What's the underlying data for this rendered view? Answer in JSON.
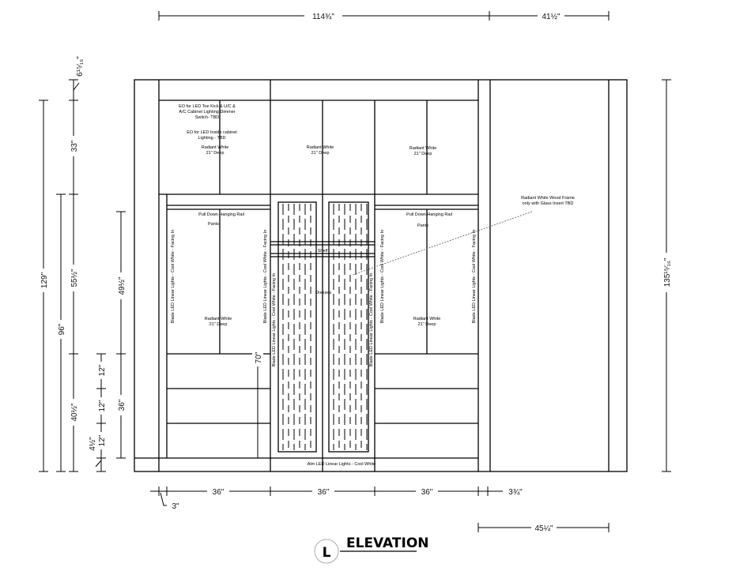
{
  "drawing": {
    "title": "ELEVATION",
    "marker": "L",
    "dimensions": {
      "top_overall": "114¾\"",
      "top_right": "41½\"",
      "right_height": "135¹⁵⁄₁₆\"",
      "left_top": "6¹⁵⁄₁₆\"",
      "left_129": "129\"",
      "left_96": "96\"",
      "left_33": "33\"",
      "left_55": "55½\"",
      "left_40": "40½\"",
      "left_49": "49½\"",
      "left_36": "36\"",
      "drawer_12a": "12\"",
      "drawer_12b": "12\"",
      "drawer_12c": "12\"",
      "toe_kick": "4½\"",
      "center_70": "70\"",
      "bottom_3": "3\"",
      "bottom_36a": "36\"",
      "bottom_36b": "36\"",
      "bottom_36c": "36\"",
      "bottom_right": "3¾\"",
      "bottom_45": "45¼\""
    },
    "notes": {
      "eo_toe_kick": [
        "EO for LED Toe Kick & U/C &",
        "A/C Cabinet Lighting Dimmer",
        "Switch- TBD"
      ],
      "eo_inside": [
        "EO for LED Inside cabinet",
        "Lighting - TBD"
      ],
      "radiant_white": "Radiant White",
      "deep": "21\" Deep",
      "rail": "Pull Down Hanging Rail",
      "pants": "Pants",
      "shelf": "Shelf",
      "dresses": "Dresses",
      "blade_led": "Blade LED Linear Lights - Cool White - Facing In",
      "alm_led": "Alm LED Linear Lights - Cool White",
      "wood_frame": [
        "Radiant White Wood Frame",
        "only with Glass Insert TBD"
      ]
    }
  }
}
